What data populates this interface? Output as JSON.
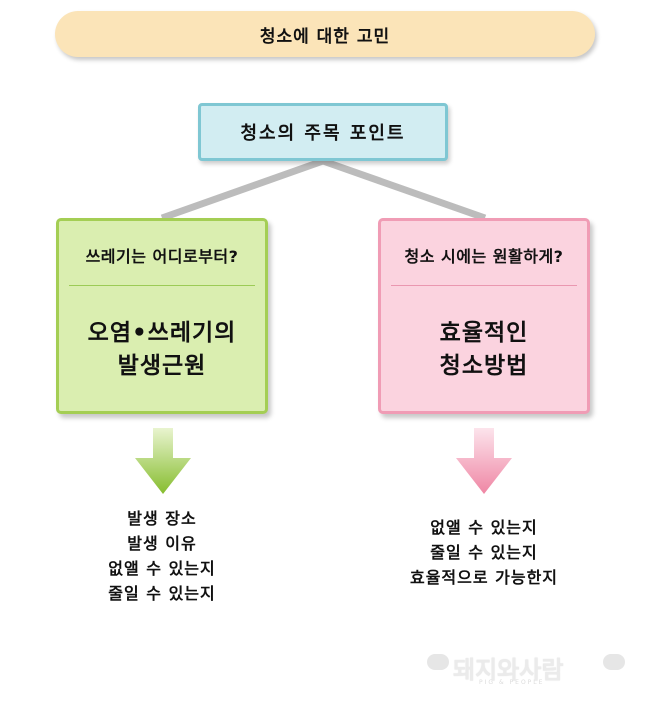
{
  "title": "청소에 대한 고민",
  "center": "청소의 주목 포인트",
  "left": {
    "question": "쓰레기는 어디로부터?",
    "main": [
      "오염•쓰레기의",
      "발생근원"
    ],
    "items": [
      "발생 장소",
      "발생 이유",
      "없앨 수 있는지",
      "줄일 수 있는지"
    ]
  },
  "right": {
    "question": "청소 시에는 원활하게?",
    "main": [
      "효율적인",
      "청소방법"
    ],
    "items": [
      "없앨 수 있는지",
      "줄일 수 있는지",
      "효율적으로 가능한지"
    ]
  },
  "logo": {
    "text": "돼지와사람",
    "sub": "PIG & PEOPLE"
  },
  "colors": {
    "title_fill": "#fbe4b8",
    "center_fill": "#d2edf2",
    "center_border": "#7fc7d3",
    "left_fill": "#daeeb0",
    "left_border": "#a4ce54",
    "right_fill": "#fbd3df",
    "right_border": "#f09cb5",
    "connector": "#bcbcbc"
  }
}
